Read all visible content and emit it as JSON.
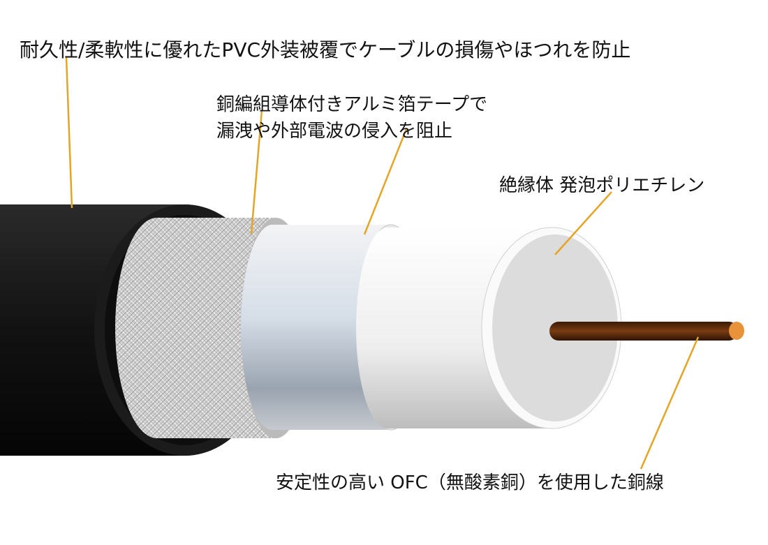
{
  "labels": {
    "jacket": "耐久性/柔軟性に優れたPVC外装被覆でケーブルの損傷やほつれを防止",
    "shield_line1": "銅編組導体付きアルミ箔テープで",
    "shield_line2": "漏洩や外部電波の侵入を阻止",
    "insulator": "絶縁体 発泡ポリエチレン",
    "conductor": "安定性の高い OFC（無酸素銅）を使用した銅線"
  },
  "colors": {
    "leader": "#e2a526",
    "jacket": "#151515",
    "copper": "#6b3410"
  }
}
